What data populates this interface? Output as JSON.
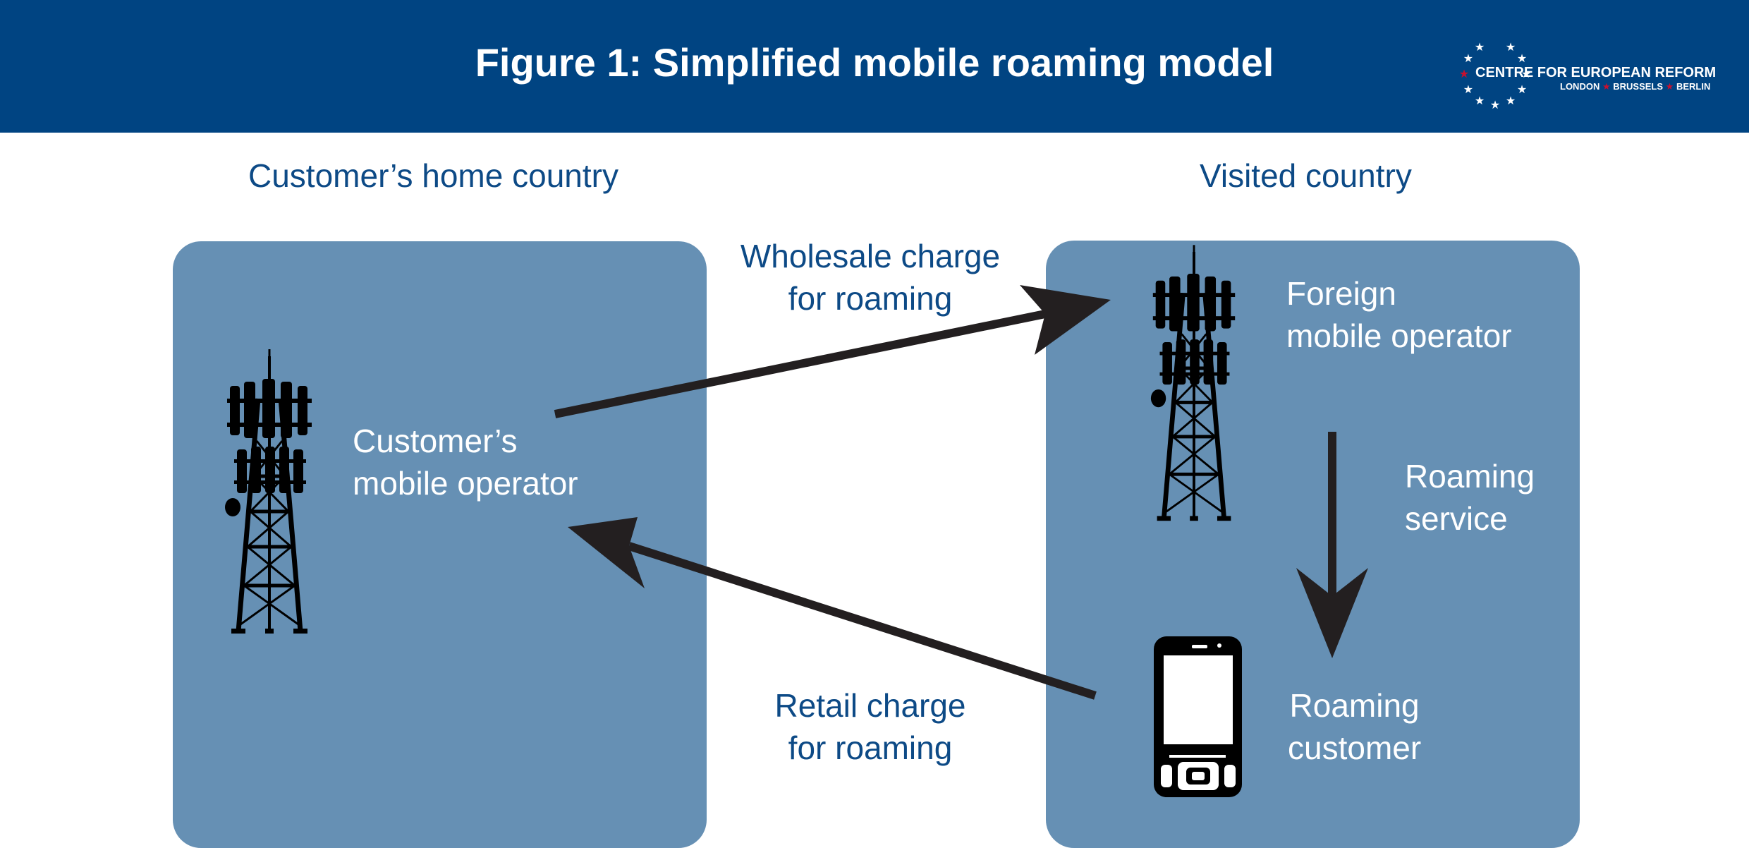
{
  "header": {
    "title": "Figure 1: Simplified mobile roaming model",
    "background_color": "#004482",
    "logo": {
      "name": "CENTRE FOR EUROPEAN REFORM",
      "cities": [
        "LONDON",
        "BRUSSELS",
        "BERLIN"
      ]
    }
  },
  "sections": {
    "home": {
      "heading": "Customer’s home country"
    },
    "visited": {
      "heading": "Visited country"
    }
  },
  "nodes": {
    "home_operator": {
      "line1": "Customer’s",
      "line2": "mobile operator",
      "icon": "cell-tower-icon"
    },
    "foreign_operator": {
      "line1": "Foreign",
      "line2": "mobile operator",
      "icon": "cell-tower-icon"
    },
    "roaming_customer": {
      "line1": "Roaming",
      "line2": "customer",
      "icon": "mobile-phone-icon"
    }
  },
  "edges": {
    "wholesale": {
      "line1": "Wholesale charge",
      "line2": "for roaming"
    },
    "retail": {
      "line1": "Retail charge",
      "line2": "for roaming"
    },
    "service": {
      "line1": "Roaming",
      "line2": "service"
    }
  },
  "colors": {
    "panel": "#6690b4",
    "heading_text": "#0d4a86",
    "arrow": "#231f20",
    "logo_accent": "#c8102e"
  }
}
